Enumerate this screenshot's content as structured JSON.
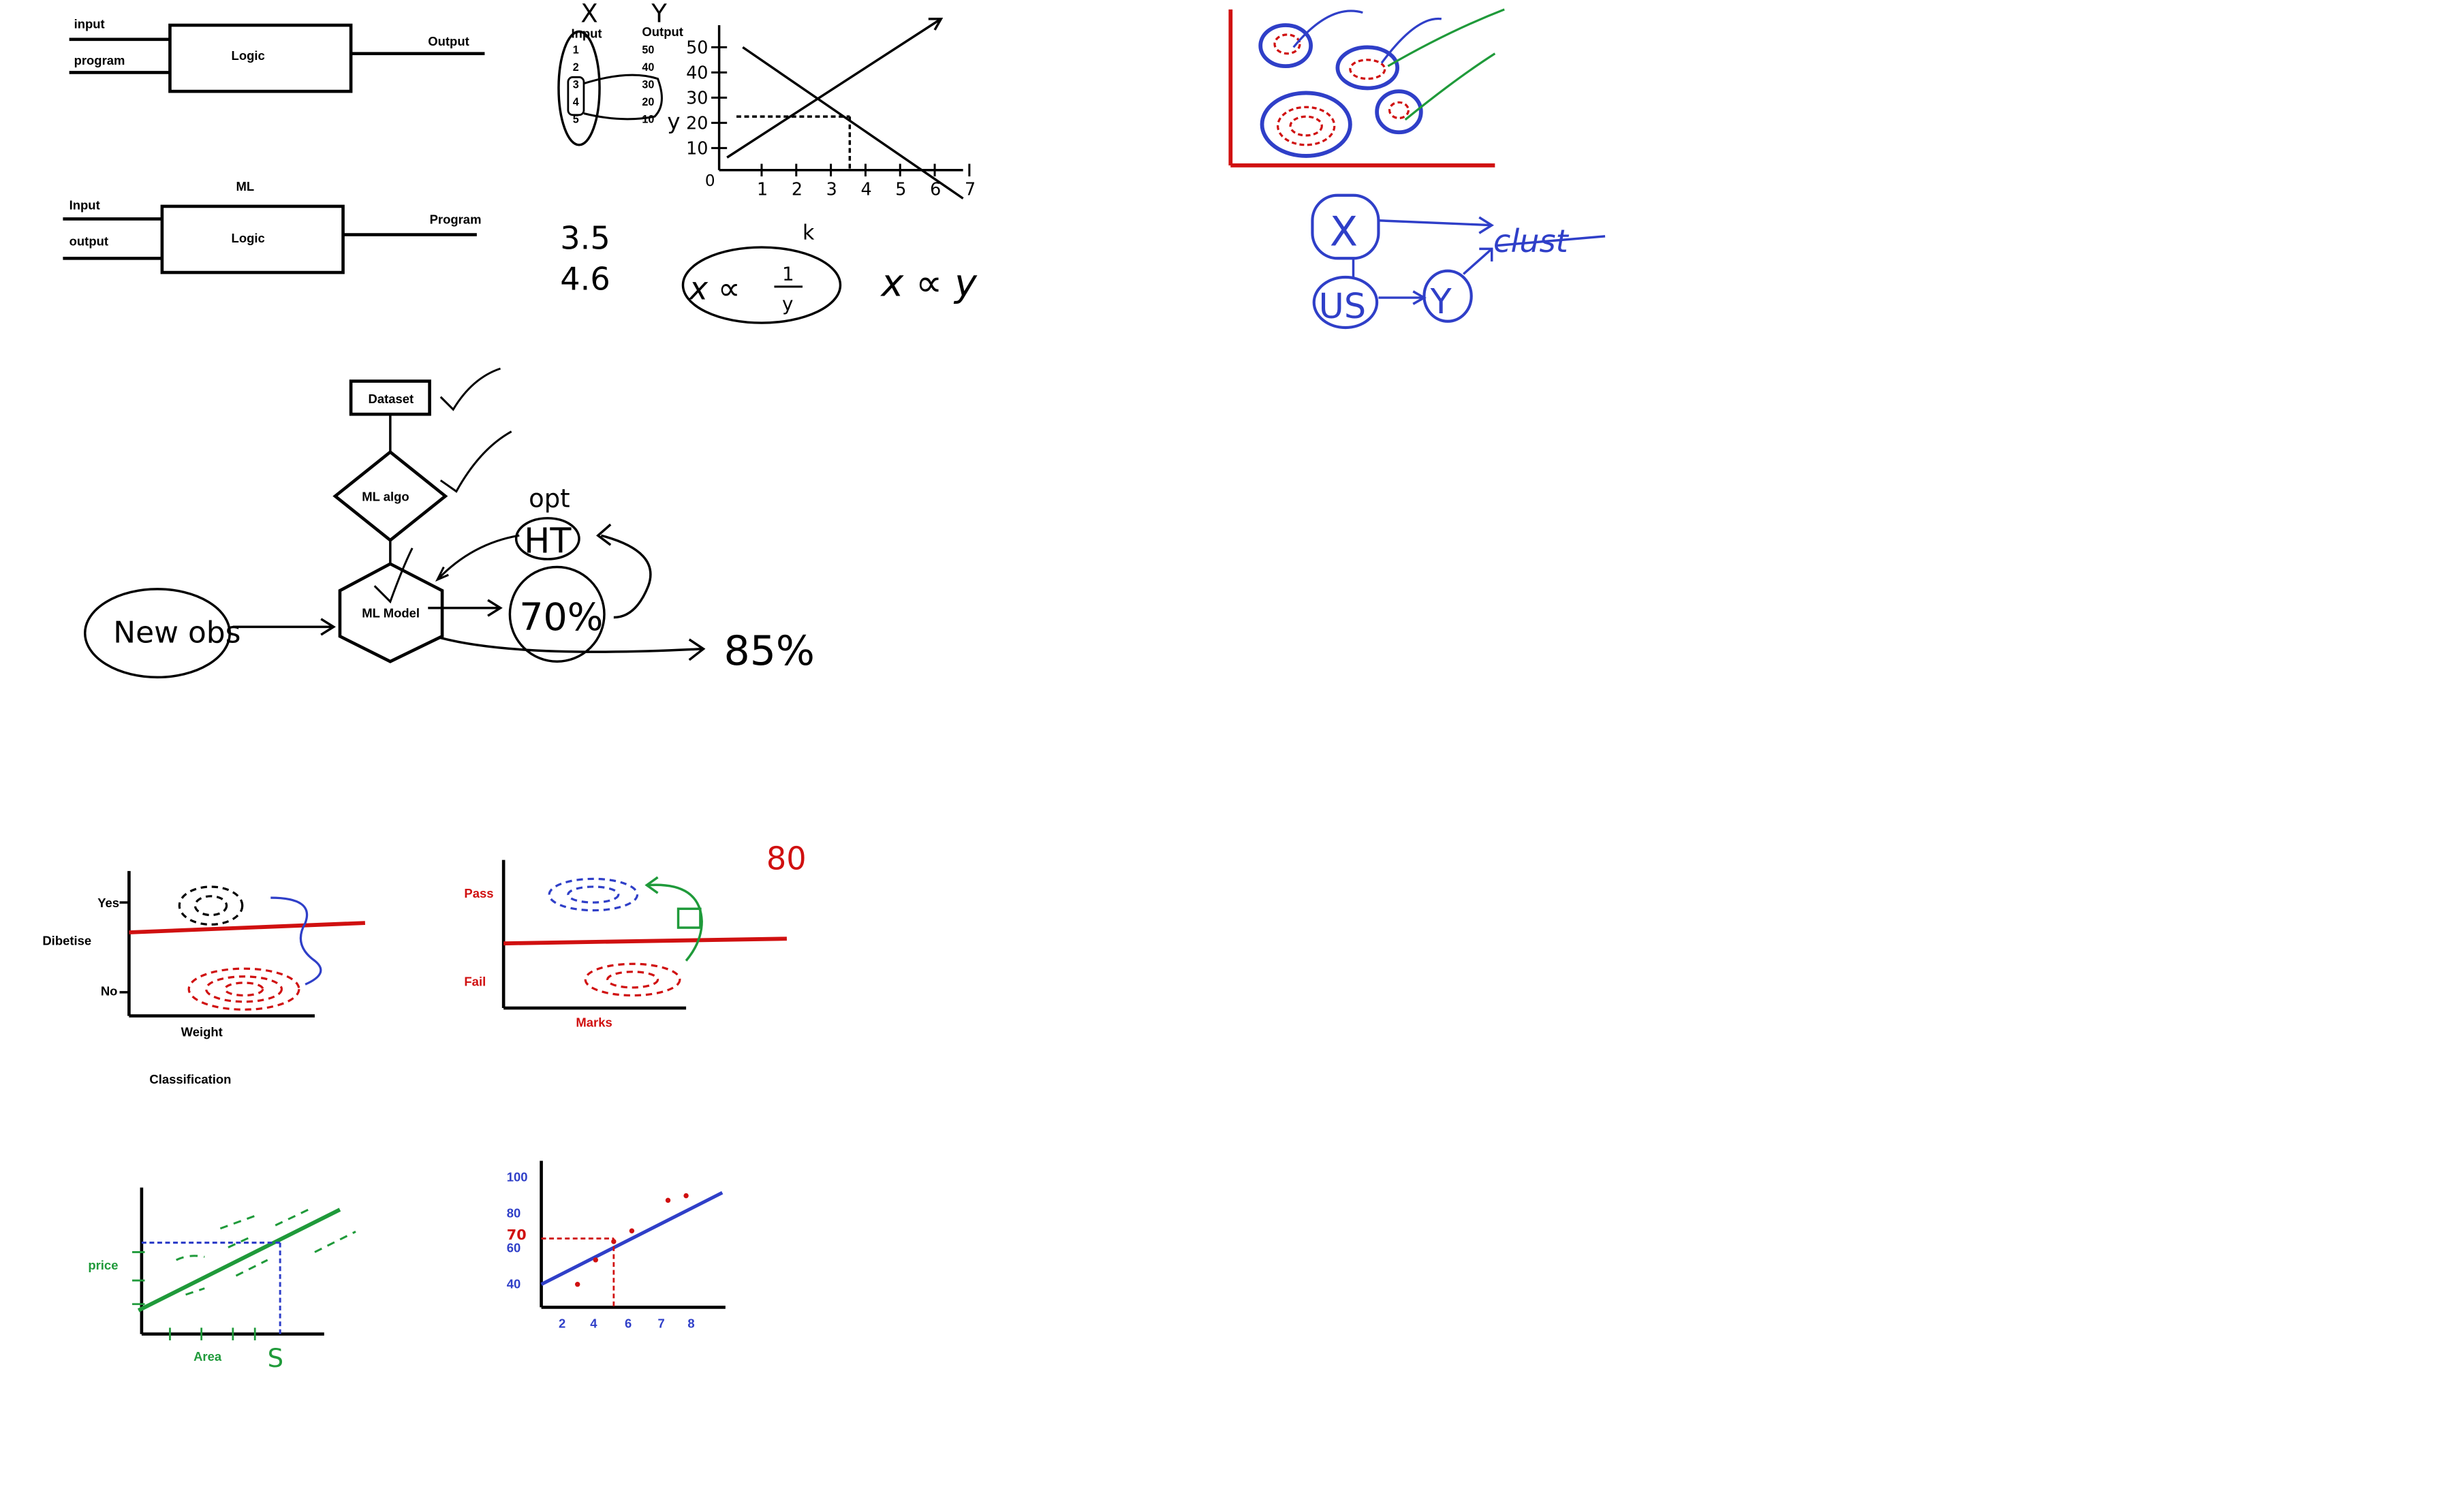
{
  "program_block": {
    "input_label": "input",
    "program_label": "program",
    "logic_label": "Logic",
    "output_label": "Output"
  },
  "ml_block": {
    "title": "ML",
    "input_label": "Input",
    "output_label": "output",
    "logic_label": "Logic",
    "program_label": "Program"
  },
  "table": {
    "x_header": "X",
    "y_header": "Y",
    "input_header": "Input",
    "output_header": "Output",
    "rows": [
      {
        "input": "1",
        "output": "50"
      },
      {
        "input": "2",
        "output": "40"
      },
      {
        "input": "3",
        "output": "30"
      },
      {
        "input": "4",
        "output": "20"
      },
      {
        "input": "5",
        "output": "10"
      }
    ]
  },
  "sketch_plot": {
    "y_ticks": [
      "50",
      "40",
      "30",
      "20",
      "10"
    ],
    "x_ticks": [
      "1",
      "2",
      "3",
      "4",
      "5",
      "6",
      "7"
    ],
    "origin": "0",
    "y_axis_name": "y",
    "k_label": "k"
  },
  "handwriting": {
    "value_1": "3.5",
    "value_2": "4.6",
    "inverse_prop_left": "x ∝",
    "frac_num": "1",
    "frac_den": "y",
    "direct_prop": "x ∝ y",
    "opt": "opt",
    "ht": "HT",
    "accuracy_1": "70%",
    "accuracy_2": "85%",
    "new_obs": "New obs",
    "eighty": "80",
    "clu_x": "X",
    "clu_us": "US",
    "clu_y": "Y",
    "clu_cluster": "clust"
  },
  "flow": {
    "dataset": "Dataset",
    "ml_algo": "ML algo",
    "ml_model": "ML Model"
  },
  "classification": {
    "yes": "Yes",
    "no": "No",
    "y_label": "Dibetise",
    "x_label": "Weight",
    "caption": "Classification"
  },
  "pass_fail": {
    "pass": "Pass",
    "fail": "Fail",
    "x_label": "Marks"
  },
  "price_area": {
    "y_label": "price",
    "x_label": "Area",
    "s_mark": "S"
  },
  "chart_data": {
    "type": "scatter",
    "x_ticks": [
      "2",
      "4",
      "6",
      "7",
      "8"
    ],
    "y_ticks": [
      "100",
      "80",
      "60",
      "40"
    ],
    "y_highlight": "70",
    "points": [
      {
        "x": 2,
        "y": 40
      },
      {
        "x": 3,
        "y": 56
      },
      {
        "x": 4,
        "y": 68
      },
      {
        "x": 5,
        "y": 75
      },
      {
        "x": 7,
        "y": 95
      },
      {
        "x": 8,
        "y": 98
      }
    ],
    "fit_line": [
      {
        "x": 0,
        "y": 40
      },
      {
        "x": 10,
        "y": 100
      }
    ],
    "colors": {
      "line": "#2f3fc8",
      "points": "#d01010",
      "ticks": "#2f3fc8"
    }
  },
  "colors": {
    "ink": "#000000",
    "red": "#d01010",
    "blue": "#2f3fc8",
    "green": "#1f9a3a"
  }
}
